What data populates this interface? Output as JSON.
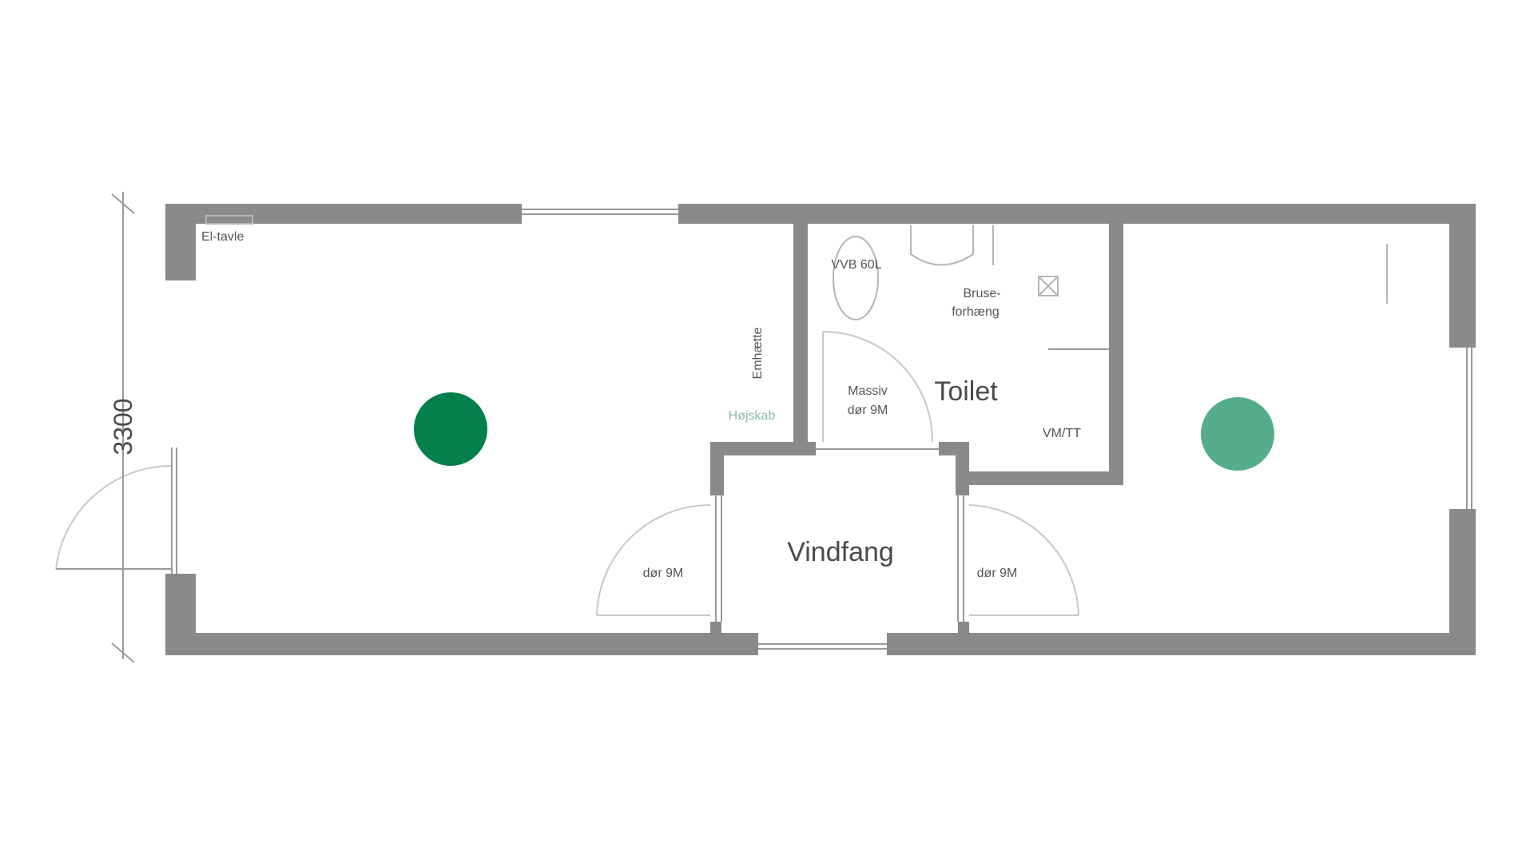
{
  "labels": {
    "el_tavle": "El-tavle",
    "vvb": "VVB 60L",
    "bruse_1": "Bruse-",
    "bruse_2": "forhæng",
    "emhaette": "Emhætte",
    "hojskab": "Højskab",
    "massiv_1": "Massiv",
    "massiv_2": "dør 9M",
    "toilet": "Toilet",
    "vm_tt": "VM/TT",
    "vindfang": "Vindfang",
    "door_left": "dør 9M",
    "door_right": "dør 9M",
    "dimension": "3300"
  },
  "markers": [
    {
      "name": "marker-dark-green",
      "color": "#03804c"
    },
    {
      "name": "marker-light-green",
      "color": "#55ad8b"
    }
  ],
  "colors": {
    "wall": "#8a8a8c",
    "background": "#ffffff"
  }
}
